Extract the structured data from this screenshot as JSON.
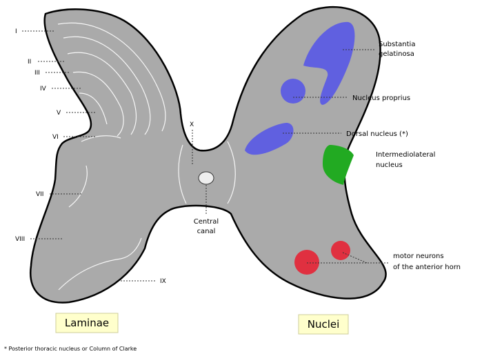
{
  "laminae": {
    "heading": "Laminae",
    "labels": [
      "I",
      "II",
      "III",
      "IV",
      "V",
      "VI",
      "VII",
      "VIII",
      "IX",
      "X"
    ]
  },
  "nuclei": {
    "heading": "Nuclei",
    "substantia_line1": "Substantia",
    "substantia_line2": "gelatinosa",
    "nucleus_proprius": "Nucleus proprius",
    "dorsal_nucleus": "Dorsal nucleus (*)",
    "intermediolateral_line1": "Intermediolateral",
    "intermediolateral_line2": "nucleus",
    "motor_line1": "motor neurons",
    "motor_line2": "of the anterior horn"
  },
  "central_canal": {
    "line1": "Central",
    "line2": "canal"
  },
  "footnote": "* Posterior thoracic nucleus or Column of Clarke",
  "colors": {
    "gray_matter": "#aaaaaa",
    "outline": "#000000",
    "substantia_gelatinosa": "#6060e0",
    "nucleus_proprius": "#6060e0",
    "dorsal_nucleus": "#6060e0",
    "intermediolateral": "#22aa22",
    "motor_neurons": "#e03040",
    "label_box": "#ffffcc"
  }
}
